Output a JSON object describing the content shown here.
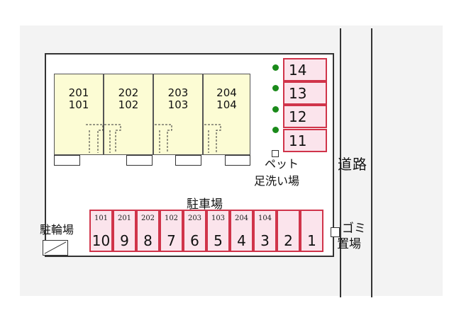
{
  "units": [
    {
      "upper": "201",
      "lower": "101"
    },
    {
      "upper": "202",
      "lower": "102"
    },
    {
      "upper": "203",
      "lower": "103"
    },
    {
      "upper": "204",
      "lower": "104"
    }
  ],
  "right_slots": [
    "14",
    "13",
    "12",
    "11"
  ],
  "bottom_slots": [
    {
      "num": "10",
      "sub": "101"
    },
    {
      "num": "9",
      "sub": "201"
    },
    {
      "num": "8",
      "sub": "202"
    },
    {
      "num": "7",
      "sub": "102"
    },
    {
      "num": "6",
      "sub": "203"
    },
    {
      "num": "5",
      "sub": "103"
    },
    {
      "num": "4",
      "sub": "204"
    },
    {
      "num": "3",
      "sub": "104"
    },
    {
      "num": "2",
      "sub": ""
    },
    {
      "num": "1",
      "sub": ""
    }
  ],
  "labels": {
    "parking": "駐車場",
    "bicycle": "駐輪場",
    "road": "道路",
    "pet_line1": "ペット",
    "pet_line2": "足洗い場",
    "trash_line1": "ゴミ",
    "trash_line2": "置場"
  },
  "colors": {
    "unit_fill": "#fcfcd4",
    "slot_fill": "#fbe4ec",
    "slot_border": "#d0344a",
    "tree": "#1a8a1a"
  }
}
